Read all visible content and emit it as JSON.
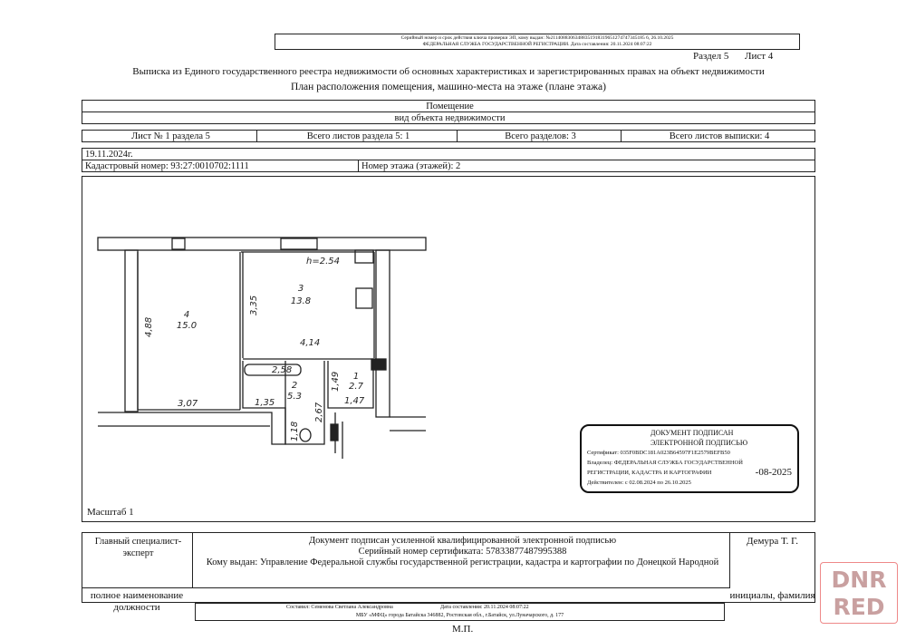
{
  "header_box": {
    "line1": "Серийный номер и срок действия ключа проверки ЭП, кому выдан: №21140883063488351918319651274747345185 6, 26.10.2025",
    "line2": "ФЕДЕРАЛЬНАЯ СЛУЖБА ГОСУДАРСТВЕННОЙ РЕГИСТРАЦИИ. Дата составления: 20.11.2024 08:07:22"
  },
  "section": "Раздел 5",
  "sheet": "Лист 4",
  "title": "Выписка из Единого государственного реестра недвижимости об основных характеристиках и зарегистрированных правах на объект недвижимости",
  "subtitle": "План расположения помещения, машино-места на этаже (плане этажа)",
  "object_type": "Помещение",
  "object_type_label": "вид объекта недвижимости",
  "sheet_info": [
    "Лист № 1 раздела 5",
    "Всего листов раздела 5: 1",
    "Всего разделов: 3",
    "Всего листов выписки: 4"
  ],
  "date": "19.11.2024г.",
  "cadastral": "Кадастровый номер: 93:27:0010702:1111",
  "floor": "Номер этажа (этажей): 2",
  "scale": "Масштаб 1",
  "plan": {
    "height": "h=2.54",
    "rooms": [
      {
        "num": "4",
        "area": "15.0"
      },
      {
        "num": "3",
        "area": "13.8"
      },
      {
        "num": "2",
        "area": "5.3"
      },
      {
        "num": "1",
        "area": "2.7"
      }
    ],
    "dims": [
      "4,88",
      "3,07",
      "3,35",
      "4,14",
      "2,58",
      "1,35",
      "2,67",
      "1,18",
      "1,49",
      "1,47"
    ]
  },
  "signature": {
    "position": "Главный специалист-эксперт",
    "doc_line1": "Документ подписан усиленной квалифицированной электронной подписью",
    "doc_line2": "Серийный номер сертификата: 57833877487995388",
    "doc_line3": "Кому выдан: Управление Федеральной службы государственной регистрации, кадастра и картографии по Донецкой Народной",
    "name": "Демура Т. Г.",
    "position_label": "полное наименование должности",
    "name_label": "инициалы, фамилия"
  },
  "stamp": {
    "title1": "ДОКУМЕНТ ПОДПИСАН",
    "title2": "ЭЛЕКТРОННОЙ ПОДПИСЬЮ",
    "cert": "Сертификат: 035F0BDC181A023B64597F1E2579BEFB50",
    "owner1": "Владелец: ФЕДЕРАЛЬНАЯ СЛУЖБА ГОСУДАРСТВЕННОЙ",
    "owner2": "РЕГИСТРАЦИИ, КАДАСТРА И КАРТОГРАФИИ",
    "valid": "Действителен: с 02.08.2024 по 26.10.2025",
    "date_tail": "-08-2025"
  },
  "footer": {
    "compiled": "Составил: Семенова Светлана Александровна",
    "date": "Дата составления: 20.11.2024 08:07:22",
    "org": "МБУ «МФЦ» города Батайска 346882, Ростовская обл., г.Батайск, ул.Луначарского, д. 177",
    "mp": "М.П."
  },
  "watermark": {
    "line1": "DNR",
    "line2": "RED"
  }
}
